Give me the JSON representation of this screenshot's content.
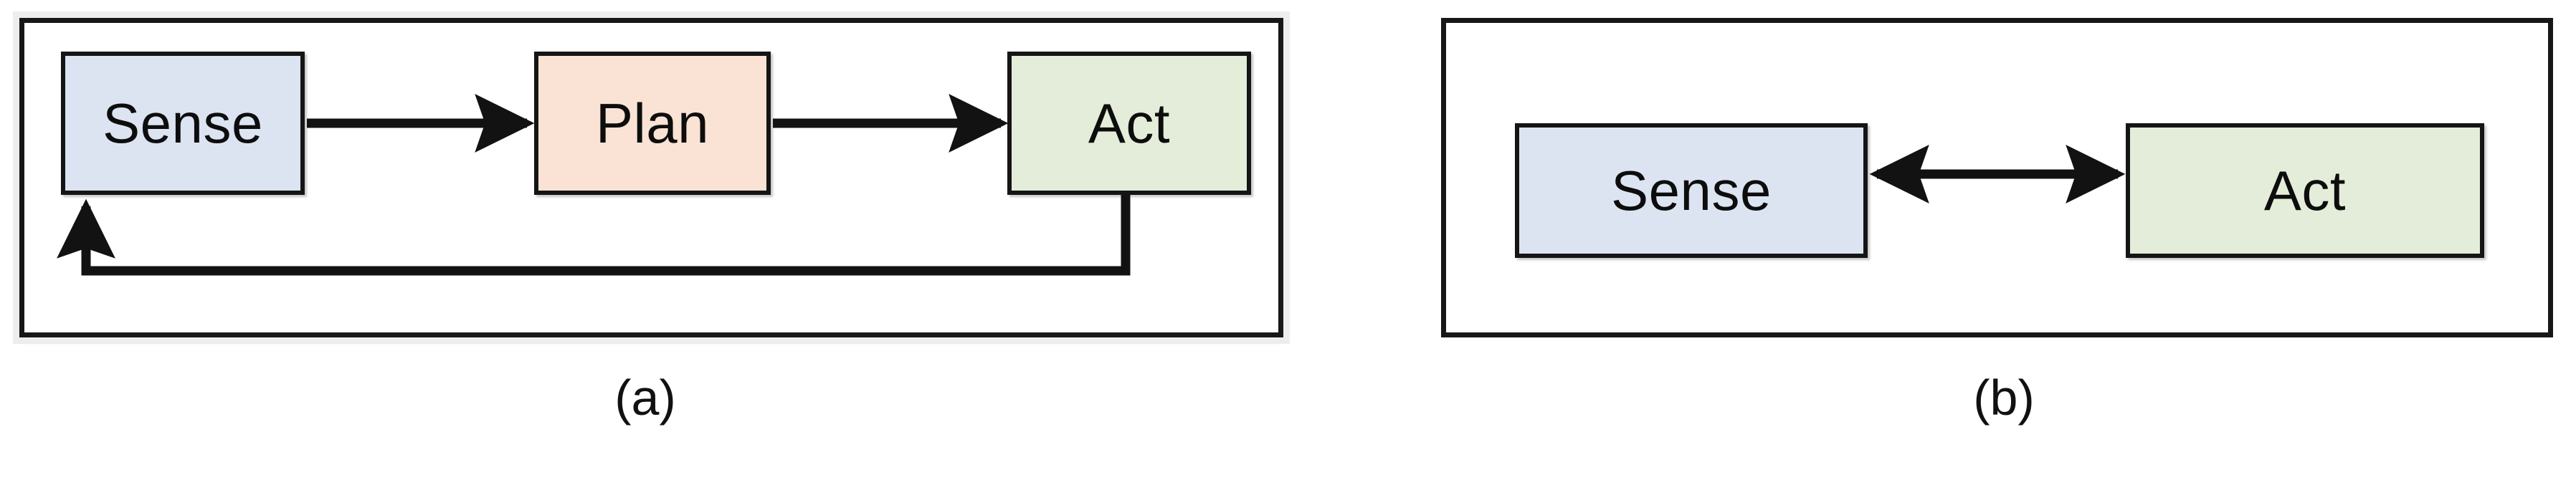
{
  "figure": {
    "background_color": "#ffffff",
    "line_color": "#151515",
    "panels": [
      {
        "id": "a",
        "caption": "(a)",
        "frame": {
          "border_color": "#171717"
        },
        "nodes": [
          {
            "id": "a-sense",
            "label": "Sense",
            "fill": "#dce4f2",
            "border": "#151515"
          },
          {
            "id": "a-plan",
            "label": "Plan",
            "fill": "#fae3d4",
            "border": "#151515"
          },
          {
            "id": "a-act",
            "label": "Act",
            "fill": "#e3edd9",
            "border": "#151515"
          }
        ],
        "connectors": [
          {
            "id": "sense-to-plan",
            "from": "a-sense",
            "to": "a-plan",
            "kind": "arrow-right"
          },
          {
            "id": "plan-to-act",
            "from": "a-plan",
            "to": "a-act",
            "kind": "arrow-right"
          },
          {
            "id": "act-feedback-sense",
            "from": "a-act",
            "to": "a-sense",
            "kind": "feedback-loop-up"
          }
        ]
      },
      {
        "id": "b",
        "caption": "(b)",
        "frame": {
          "border_color": "#171717"
        },
        "nodes": [
          {
            "id": "b-sense",
            "label": "Sense",
            "fill": "#dce4f2",
            "border": "#151515"
          },
          {
            "id": "b-act",
            "label": "Act",
            "fill": "#e3edd9",
            "border": "#151515"
          }
        ],
        "connectors": [
          {
            "id": "sense-act-bidirectional",
            "from": "b-sense",
            "to": "b-act",
            "kind": "arrow-double"
          }
        ]
      }
    ]
  }
}
